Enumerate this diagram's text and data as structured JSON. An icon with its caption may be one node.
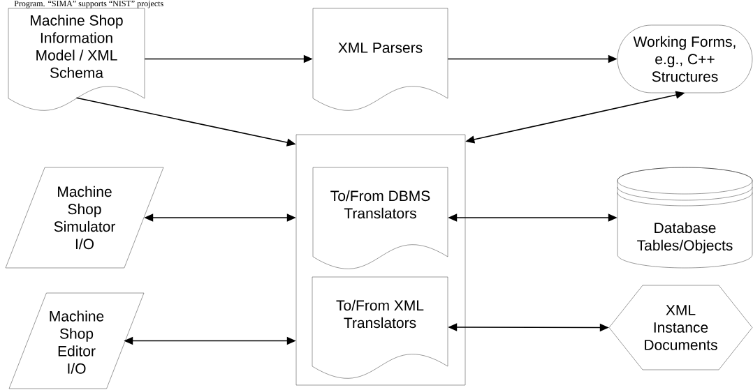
{
  "diagram": {
    "nodes": [
      {
        "text": [
          "Machine Shop Information Model / XML Schema"
        ]
      },
      {
        "text": [
          "XML Parsers"
        ]
      },
      {
        "text": [
          "Working Forms, e.g., C++ Structures"
        ]
      },
      {
        "text": [],
        "shape": "box"
      },
      {
        "text": [
          "To/From DBMS Translators"
        ],
        "in": 3
      },
      {
        "text": [
          "To/From XML Translators"
        ],
        "in": 3
      },
      {
        "text": [
          "Machine Shop Simulator I/O"
        ]
      },
      {
        "text": [
          "Machine Shop Editor I/O"
        ]
      },
      {
        "text": [
          "Database Tables/Objects"
        ]
      },
      {
        "text": [
          "XML Instance Documents"
        ]
      }
    ],
    "edges": [
      {
        "from": 0,
        "to": 1,
        "arrow": "to"
      },
      {
        "from": 1,
        "to": 2,
        "arrow": "to"
      },
      {
        "from": 0,
        "to": 3,
        "arrow": "to"
      },
      {
        "from": 3,
        "to": 2,
        "arrow": "both"
      },
      {
        "from": 6,
        "to": 3,
        "arrow": "both"
      },
      {
        "from": 7,
        "to": 3,
        "arrow": "both"
      },
      {
        "from": 4,
        "to": 8,
        "arrow": "both"
      },
      {
        "from": 5,
        "to": 9,
        "arrow": "both"
      }
    ],
    "labels": [
      "Program. “SIMA” supports “NIST” projects"
    ]
  }
}
